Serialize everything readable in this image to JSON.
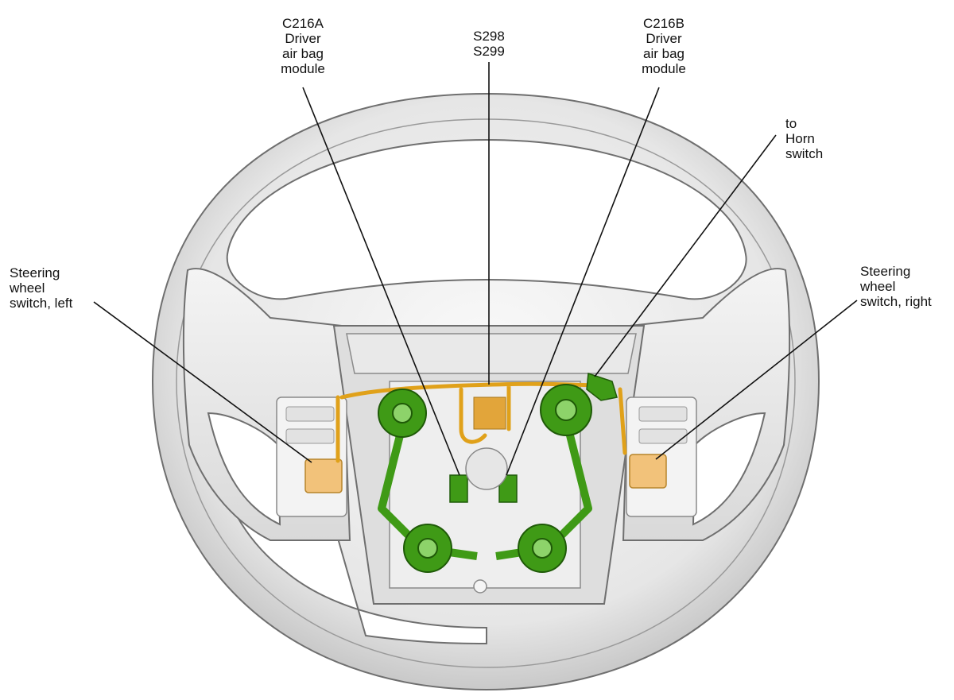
{
  "callouts": {
    "c216a": {
      "lines": [
        "C216A",
        "Driver",
        "air bag",
        "module"
      ]
    },
    "s298": {
      "lines": [
        "S298",
        "S299"
      ]
    },
    "c216b": {
      "lines": [
        "C216B",
        "Driver",
        "air bag",
        "module"
      ]
    },
    "horn": {
      "lines": [
        "to",
        "Horn",
        "switch"
      ]
    },
    "left_switch": {
      "lines": [
        "Steering",
        "wheel",
        "switch, left"
      ]
    },
    "right_switch": {
      "lines": [
        "Steering",
        "wheel",
        "switch, right"
      ]
    }
  },
  "colors": {
    "wheel": "#e9e9e9",
    "wheel_shadow": "#bdbdbd",
    "outline": "#6f6f6f",
    "harness": "#e0a11a",
    "connector_green": "#3f9a16",
    "switch_pad": "#f2c27a",
    "leader": "#111111"
  }
}
